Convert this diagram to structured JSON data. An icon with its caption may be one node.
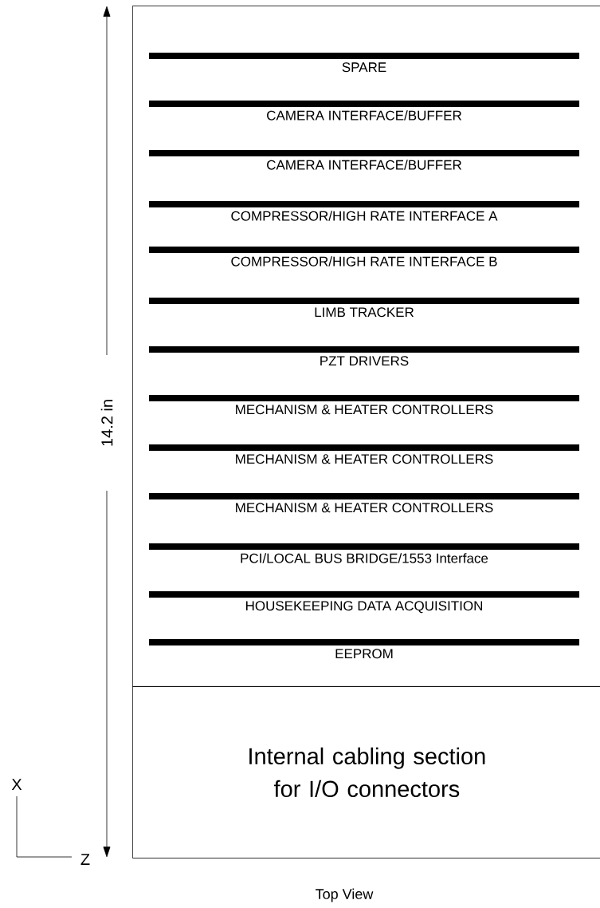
{
  "diagram": {
    "caption": "Top View",
    "nodes": [
      {
        "text": [],
        "shape": "box"
      },
      {
        "text": [
          "SPARE"
        ],
        "in": 0
      },
      {
        "text": [
          "CAMERA INTERFACE/BUFFER"
        ],
        "in": 0
      },
      {
        "text": [
          "CAMERA INTERFACE/BUFFER"
        ],
        "in": 0
      },
      {
        "text": [
          "COMPRESSOR/HIGH RATE INTERFACE A"
        ],
        "in": 0
      },
      {
        "text": [
          "COMPRESSOR/HIGH RATE INTERFACE B"
        ],
        "in": 0
      },
      {
        "text": [
          "LIMB TRACKER"
        ],
        "in": 0
      },
      {
        "text": [
          "PZT DRIVERS"
        ],
        "in": 0
      },
      {
        "text": [
          "MECHANISM & HEATER CONTROLLERS"
        ],
        "in": 0
      },
      {
        "text": [
          "MECHANISM & HEATER CONTROLLERS"
        ],
        "in": 0
      },
      {
        "text": [
          "MECHANISM & HEATER CONTROLLERS"
        ],
        "in": 0
      },
      {
        "text": [
          "PCI/LOCAL BUS BRIDGE/1553 Interface"
        ],
        "in": 0
      },
      {
        "text": [
          "HOUSEKEEPING DATA ACQUISITION"
        ],
        "in": 0
      },
      {
        "text": [
          "EEPROM"
        ],
        "in": 0
      },
      {
        "text": [
          "Internal cabling section for I/O connectors"
        ]
      }
    ],
    "labels": [
      "14.2 in",
      "X",
      "Z"
    ]
  }
}
